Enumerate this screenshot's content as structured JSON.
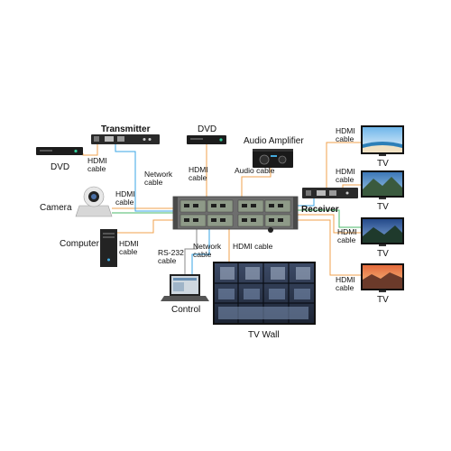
{
  "devices": {
    "transmitter": "Transmitter",
    "dvd_left": "DVD",
    "dvd_top": "DVD",
    "audio_amplifier": "Audio Amplifier",
    "camera": "Camera",
    "computer": "Computer",
    "control": "Control",
    "receiver": "Receiver",
    "tv_wall": "TV Wall",
    "tv1": "TV",
    "tv2": "TV",
    "tv3": "TV",
    "tv4": "TV"
  },
  "cables": {
    "hdmi_dvd_left_l1": "HDMI",
    "hdmi_dvd_left_l2": "cable",
    "network_tx_l1": "Network",
    "network_tx_l2": "cable",
    "hdmi_dvd_top_l1": "HDMI",
    "hdmi_dvd_top_l2": "cable",
    "audio_cable": "Audio cable",
    "hdmi_camera_l1": "HDMI",
    "hdmi_camera_l2": "cable",
    "hdmi_computer_l1": "HDMI",
    "hdmi_computer_l2": "cable",
    "rs232_l1": "RS-232",
    "rs232_l2": "cable",
    "network_ctrl_l1": "Network",
    "network_ctrl_l2": "cable",
    "hdmi_wall": "HDMI cable",
    "hdmi_tv1_l1": "HDMI",
    "hdmi_tv1_l2": "cable",
    "hdmi_tv2_l1": "HDMI",
    "hdmi_tv2_l2": "cable",
    "hdmi_tv3_l1": "HDMI",
    "hdmi_tv3_l2": "cable",
    "hdmi_tv4_l1": "HDMI",
    "hdmi_tv4_l2": "cable"
  },
  "colors": {
    "hdmi": "#f0a24c",
    "network": "#3aa6e6",
    "audio": "#f0a24c",
    "matrix_body": "#6e6e6e"
  }
}
